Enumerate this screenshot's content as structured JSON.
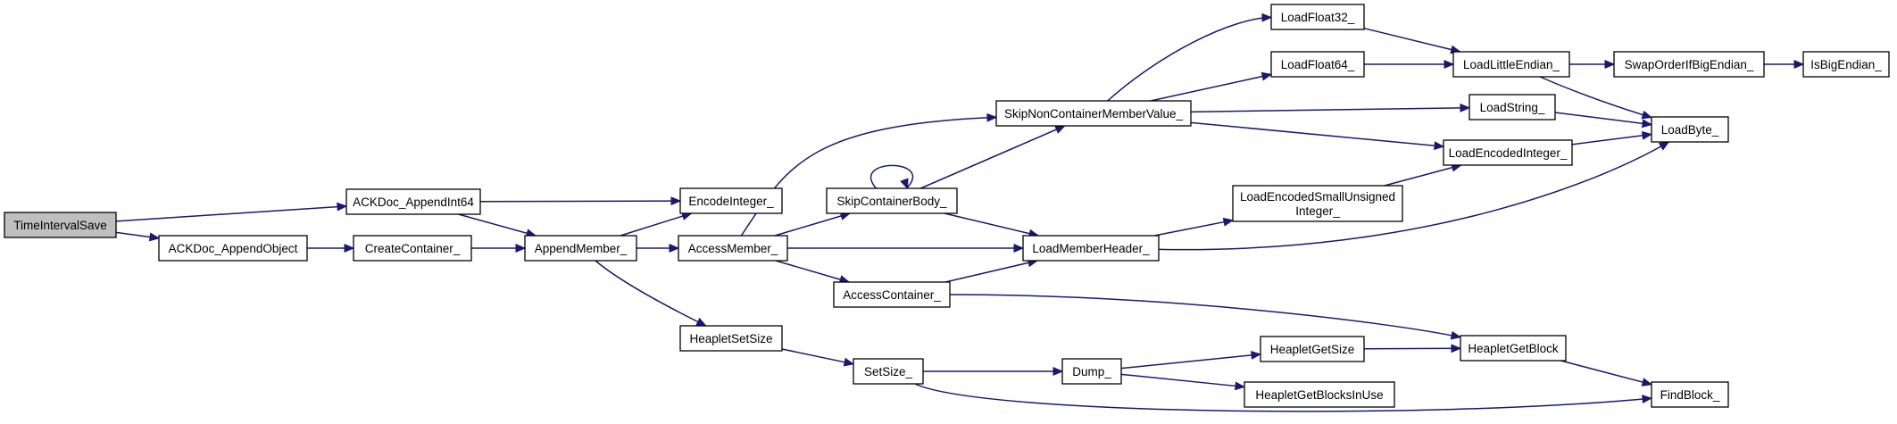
{
  "nodes": [
    {
      "id": "n0",
      "lines": [
        "TimeIntervalSave"
      ],
      "root": true
    },
    {
      "id": "n1",
      "lines": [
        "ACKDoc_AppendInt64"
      ]
    },
    {
      "id": "n2",
      "lines": [
        "ACKDoc_AppendObject"
      ]
    },
    {
      "id": "n3",
      "lines": [
        "EncodeInteger_"
      ]
    },
    {
      "id": "n4",
      "lines": [
        "AppendMember_"
      ]
    },
    {
      "id": "n5",
      "lines": [
        "CreateContainer_"
      ]
    },
    {
      "id": "n6",
      "lines": [
        "AccessMember_"
      ]
    },
    {
      "id": "n7",
      "lines": [
        "HeapletSetSize"
      ]
    },
    {
      "id": "n8",
      "lines": [
        "AccessContainer_"
      ]
    },
    {
      "id": "n9",
      "lines": [
        "LoadMemberHeader_"
      ]
    },
    {
      "id": "n10",
      "lines": [
        "SkipContainerBody_"
      ]
    },
    {
      "id": "n11",
      "lines": [
        "SkipNonContainerMemberValue_"
      ]
    },
    {
      "id": "n12",
      "lines": [
        "HeapletGetBlock"
      ]
    },
    {
      "id": "n13",
      "lines": [
        "LoadByte_"
      ]
    },
    {
      "id": "n14",
      "lines": [
        "LoadEncodedSmallUnsigned",
        "Integer_"
      ]
    },
    {
      "id": "n15",
      "lines": [
        "LoadEncodedInteger_"
      ]
    },
    {
      "id": "n16",
      "lines": [
        "LoadFloat32_"
      ]
    },
    {
      "id": "n17",
      "lines": [
        "LoadFloat64_"
      ]
    },
    {
      "id": "n18",
      "lines": [
        "LoadString_"
      ]
    },
    {
      "id": "n19",
      "lines": [
        "LoadLittleEndian_"
      ]
    },
    {
      "id": "n20",
      "lines": [
        "SwapOrderIfBigEndian_"
      ]
    },
    {
      "id": "n21",
      "lines": [
        "IsBigEndian_"
      ]
    },
    {
      "id": "n22",
      "lines": [
        "SetSize_"
      ]
    },
    {
      "id": "n23",
      "lines": [
        "Dump_"
      ]
    },
    {
      "id": "n24",
      "lines": [
        "FindBlock_"
      ]
    },
    {
      "id": "n25",
      "lines": [
        "HeapletGetSize"
      ]
    },
    {
      "id": "n26",
      "lines": [
        "HeapletGetBlocksInUse"
      ]
    }
  ],
  "edges": [
    {
      "from": "n0",
      "to": "n1"
    },
    {
      "from": "n0",
      "to": "n2"
    },
    {
      "from": "n1",
      "to": "n3"
    },
    {
      "from": "n1",
      "to": "n4"
    },
    {
      "from": "n2",
      "to": "n5"
    },
    {
      "from": "n5",
      "to": "n4"
    },
    {
      "from": "n4",
      "to": "n3"
    },
    {
      "from": "n4",
      "to": "n6"
    },
    {
      "from": "n4",
      "to": "n7"
    },
    {
      "from": "n6",
      "to": "n8"
    },
    {
      "from": "n6",
      "to": "n9"
    },
    {
      "from": "n6",
      "to": "n10"
    },
    {
      "from": "n6",
      "to": "n11"
    },
    {
      "from": "n8",
      "to": "n12"
    },
    {
      "from": "n8",
      "to": "n9"
    },
    {
      "from": "n9",
      "to": "n13"
    },
    {
      "from": "n9",
      "to": "n14"
    },
    {
      "from": "n10",
      "to": "n9"
    },
    {
      "from": "n10",
      "to": "n10"
    },
    {
      "from": "n10",
      "to": "n11"
    },
    {
      "from": "n11",
      "to": "n15"
    },
    {
      "from": "n11",
      "to": "n16"
    },
    {
      "from": "n11",
      "to": "n17"
    },
    {
      "from": "n11",
      "to": "n18"
    },
    {
      "from": "n14",
      "to": "n15"
    },
    {
      "from": "n15",
      "to": "n13"
    },
    {
      "from": "n16",
      "to": "n19"
    },
    {
      "from": "n17",
      "to": "n19"
    },
    {
      "from": "n18",
      "to": "n13"
    },
    {
      "from": "n19",
      "to": "n13"
    },
    {
      "from": "n19",
      "to": "n20"
    },
    {
      "from": "n20",
      "to": "n21"
    },
    {
      "from": "n7",
      "to": "n22"
    },
    {
      "from": "n22",
      "to": "n23"
    },
    {
      "from": "n22",
      "to": "n24"
    },
    {
      "from": "n23",
      "to": "n25"
    },
    {
      "from": "n23",
      "to": "n26"
    },
    {
      "from": "n25",
      "to": "n12"
    },
    {
      "from": "n12",
      "to": "n24"
    }
  ],
  "colors": {
    "edge": "#191970",
    "root_fill": "#bfbfbf",
    "node_fill": "#ffffff",
    "node_border": "#000000"
  }
}
